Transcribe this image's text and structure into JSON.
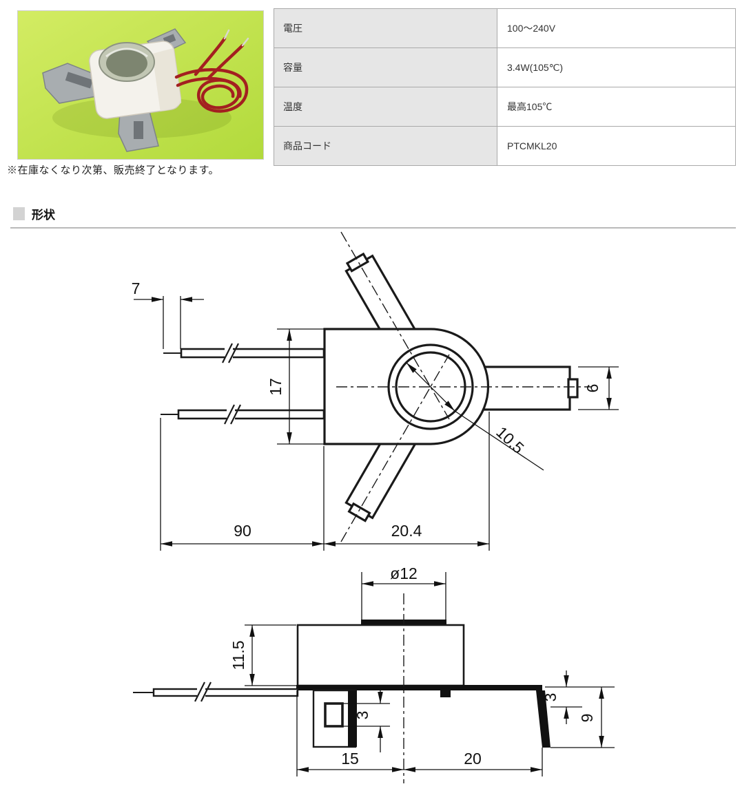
{
  "spec_table": {
    "rows": [
      {
        "label": "電圧",
        "value": "100〜240V"
      },
      {
        "label": "容量",
        "value": "3.4W(105℃)"
      },
      {
        "label": "温度",
        "value": "最高105℃"
      },
      {
        "label": "商品コード",
        "value": "PTCMKL20"
      }
    ],
    "label_bg": "#e6e6e6",
    "border_color": "#a9a9a9"
  },
  "note": "※在庫なくなり次第、販売終了となります。",
  "section": {
    "title": "形状",
    "marker_color": "#d3d3d3"
  },
  "photo": {
    "background_color": "#c3e24c",
    "wire_color": "#a32020",
    "body_color": "#f4f2ec",
    "bracket_color": "#a8adb0"
  },
  "drawing": {
    "stroke_color": "#1a1a1a",
    "dims": {
      "d7": "7",
      "d17": "17",
      "d90": "90",
      "d20_4": "20.4",
      "d6": "6",
      "d10_5": "10.5",
      "dia12": "ø12",
      "d11_5": "11.5",
      "d3_hole": "3",
      "d3_flange": "3",
      "d9": "9",
      "d15": "15",
      "d20": "20"
    }
  }
}
